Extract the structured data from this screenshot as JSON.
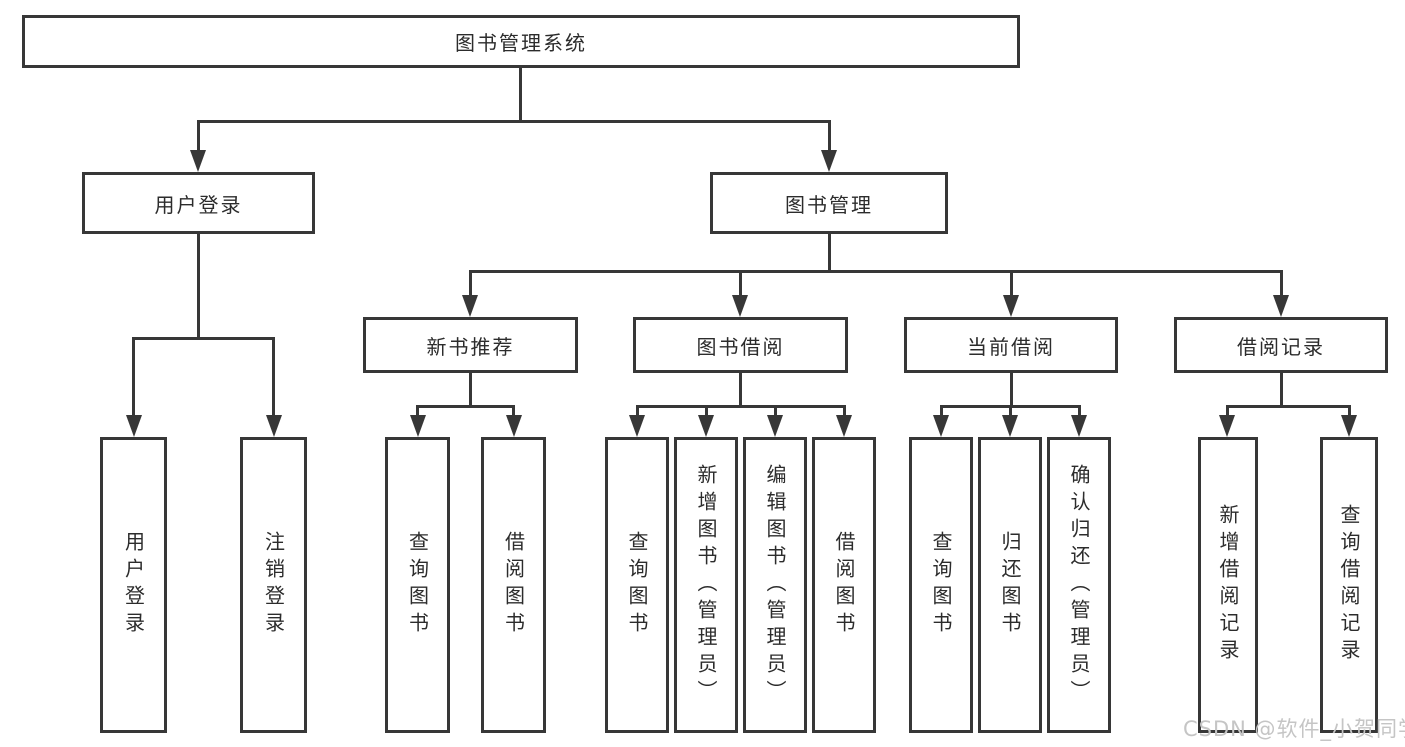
{
  "colors": {
    "line": "#373737",
    "box_border": "#373737",
    "text": "#2c2c2c",
    "background": "#ffffff",
    "watermark": "#c5c5c5"
  },
  "diagram": {
    "root": {
      "label": "图书管理系统"
    },
    "branches": [
      {
        "label": "用户登录",
        "children": [
          "用户登录",
          "注销登录"
        ]
      },
      {
        "label": "图书管理",
        "children": [
          {
            "label": "新书推荐",
            "children": [
              "查询图书",
              "借阅图书"
            ]
          },
          {
            "label": "图书借阅",
            "children": [
              "查询图书",
              "新增图书（管理员）",
              "编辑图书（管理员）",
              "借阅图书"
            ]
          },
          {
            "label": "当前借阅",
            "children": [
              "查询图书",
              "归还图书",
              "确认归还（管理员）"
            ]
          },
          {
            "label": "借阅记录",
            "children": [
              "新增借阅记录",
              "查询借阅记录"
            ]
          }
        ]
      }
    ]
  },
  "watermark": {
    "text": "CSDN @软件_小贺同学"
  }
}
